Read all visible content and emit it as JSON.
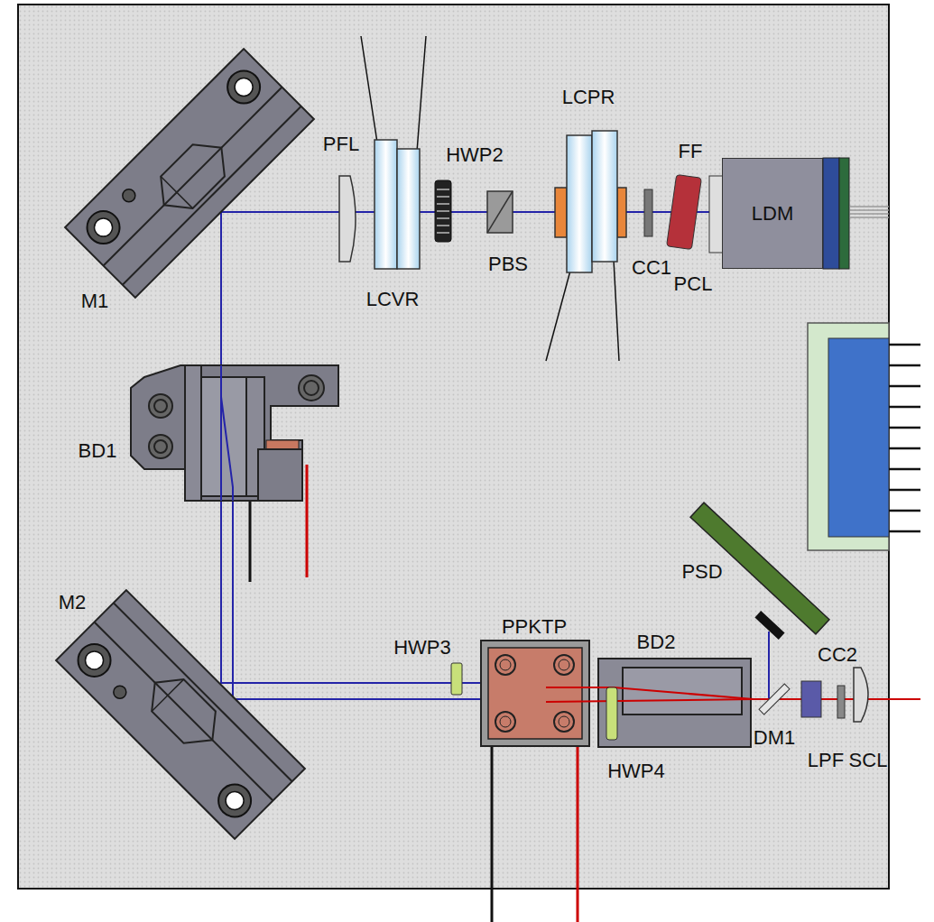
{
  "diagram": {
    "nodes": [
      {
        "text": [
          "LDM"
        ]
      }
    ],
    "labels": [
      "PFL",
      "LCPR",
      "HWP2",
      "FF",
      "M1",
      "LCVR",
      "PBS",
      "CC1",
      "PCL",
      "BD1",
      "PSD",
      "M2",
      "HWP3",
      "PPKTP",
      "CC2",
      "BD2",
      "DM1",
      "LPF",
      "SCL",
      "HWP4"
    ]
  }
}
